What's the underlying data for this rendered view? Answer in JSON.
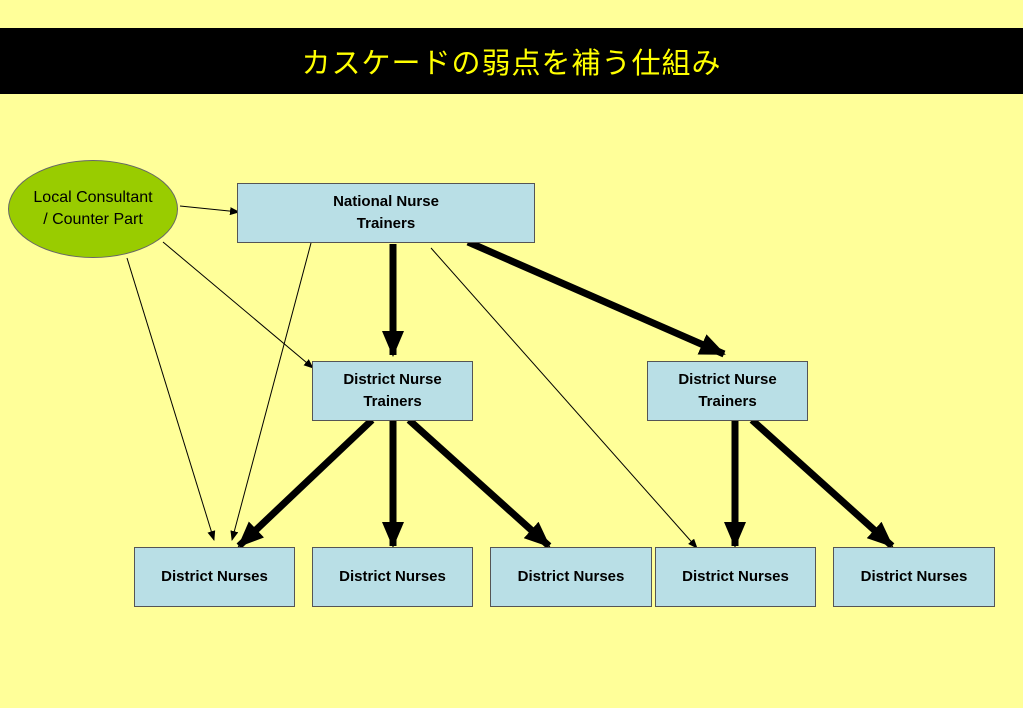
{
  "title": "カスケードの弱点を補う仕組み",
  "colors": {
    "background": "#ffff99",
    "title_bar": "#000000",
    "title_text": "#ffff00",
    "box_fill": "#b9dfe6",
    "ellipse_fill": "#99cc00"
  },
  "nodes": {
    "local_consultant": "Local Consultant\n/ Counter Part",
    "national_trainers": "National Nurse\nTrainers",
    "district_trainers_left": "District Nurse\nTrainers",
    "district_trainers_right": "District Nurse\nTrainers",
    "district_nurses": [
      "District Nurses",
      "District Nurses",
      "District Nurses",
      "District Nurses",
      "District Nurses"
    ]
  }
}
